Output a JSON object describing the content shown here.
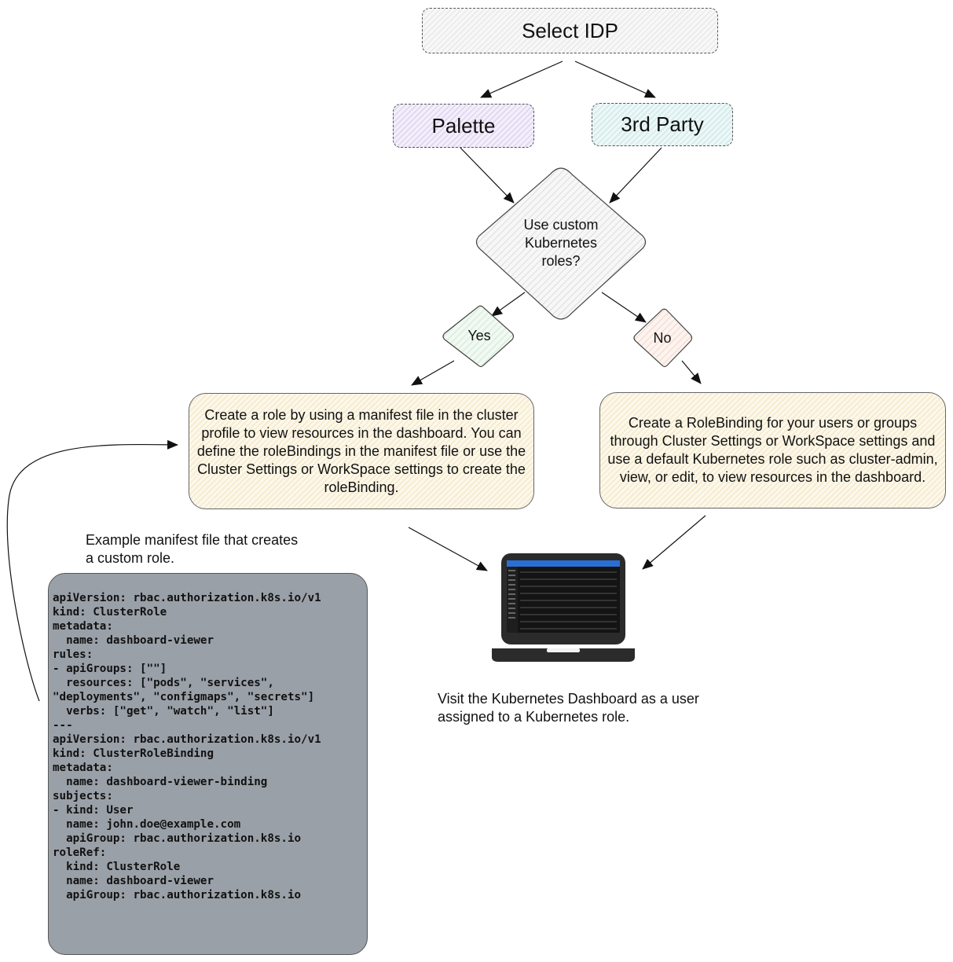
{
  "nodes": {
    "select_idp": "Select IDP",
    "palette": "Palette",
    "third_party": "3rd Party",
    "decision": [
      "Use custom",
      "Kubernetes",
      "roles?"
    ],
    "yes": "Yes",
    "no": "No",
    "custom_role": "Create a role by using a manifest file in the cluster profile to view resources in the dashboard. You can define the roleBindings in the manifest file or use the Cluster Settings or WorkSpace settings to create the roleBinding.",
    "rolebinding": "Create a RoleBinding for your users or groups through Cluster Settings or WorkSpace settings and use a default Kubernetes role such as cluster-admin, view, or edit, to view resources in the dashboard."
  },
  "captions": {
    "manifest": [
      "Example manifest file that creates",
      "a custom role."
    ],
    "dashboard": [
      "Visit the Kubernetes Dashboard as a user",
      "assigned to a Kubernetes role."
    ]
  },
  "code_lines": [
    "apiVersion: rbac.authorization.k8s.io/v1",
    "kind: ClusterRole",
    "metadata:",
    "  name: dashboard-viewer",
    "rules:",
    "- apiGroups: [\"\"]",
    "  resources: [\"pods\", \"services\",",
    "\"deployments\", \"configmaps\", \"secrets\"]",
    "  verbs: [\"get\", \"watch\", \"list\"]",
    "---",
    "apiVersion: rbac.authorization.k8s.io/v1",
    "kind: ClusterRoleBinding",
    "metadata:",
    "  name: dashboard-viewer-binding",
    "subjects:",
    "- kind: User",
    "  name: john.doe@example.com",
    "  apiGroup: rbac.authorization.k8s.io",
    "roleRef:",
    "  kind: ClusterRole",
    "  name: dashboard-viewer",
    "  apiGroup: rbac.authorization.k8s.io"
  ],
  "colors": {
    "palette_fill": "#ece6f6",
    "third_party_fill": "#e4f3f3",
    "yes_fill": "#e6f3e8",
    "no_fill": "#f8e8e2",
    "box_fill": "#fbf3df",
    "code_fill": "#9aa0a8",
    "laptop": "#2b2b2b",
    "screen_bar": "#2a6fd6"
  },
  "icons": {
    "dashboard": "laptop-icon"
  }
}
